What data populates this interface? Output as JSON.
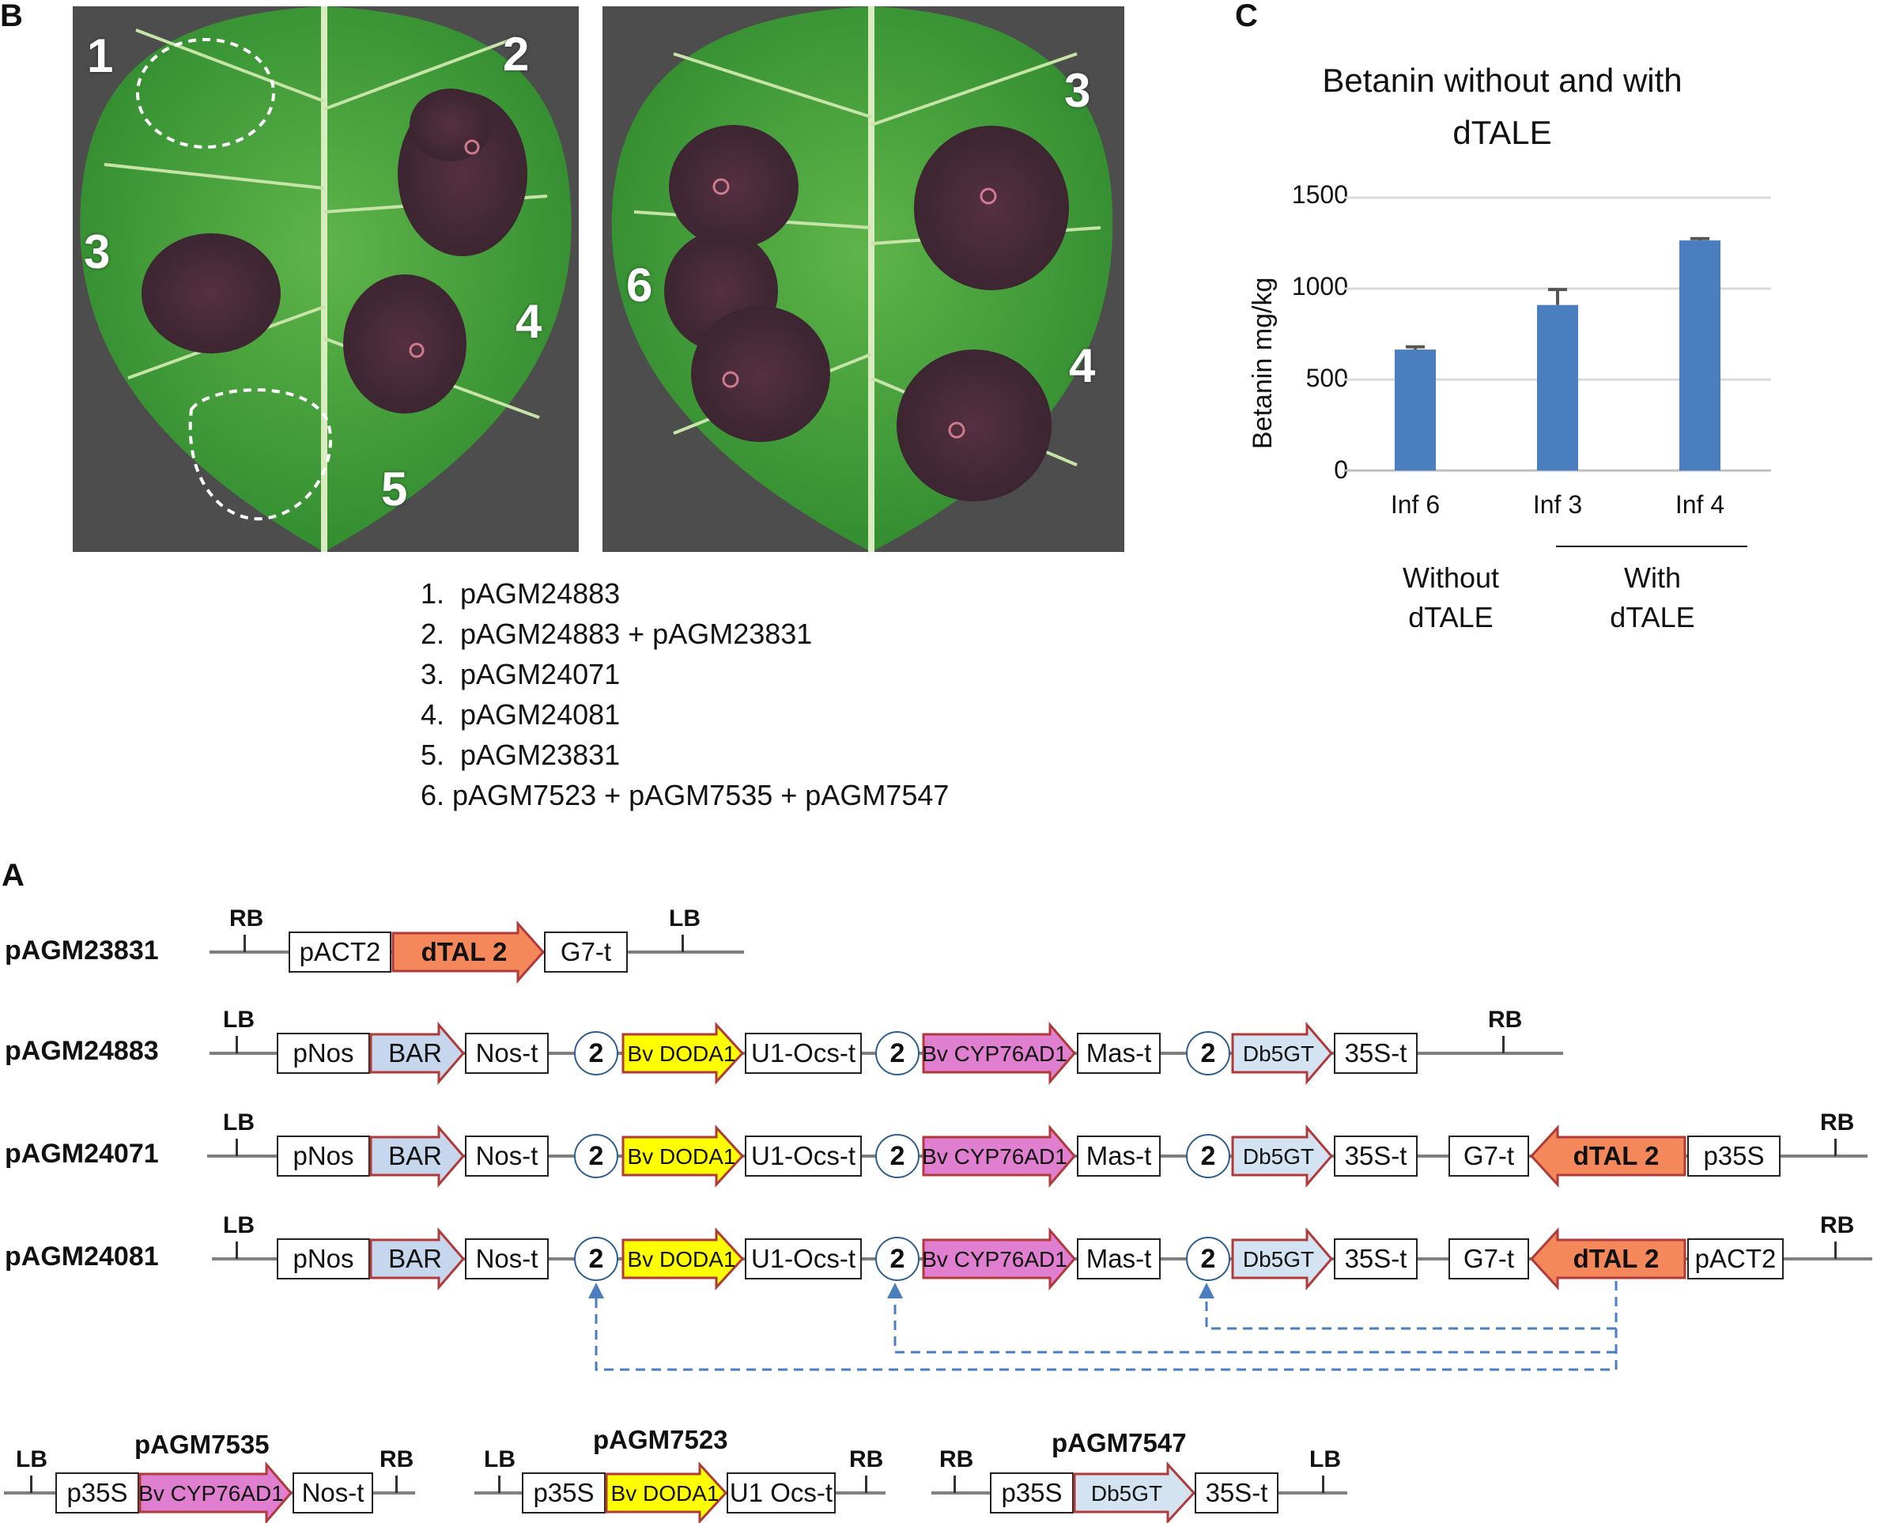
{
  "panels": {
    "A": "A",
    "B": "B",
    "C": "C"
  },
  "photos": {
    "left_leaf_labels": [
      "1",
      "2",
      "3",
      "4",
      "5"
    ],
    "right_leaf_labels": [
      "3",
      "6",
      "4"
    ]
  },
  "legend": [
    "1.  pAGM24883",
    "2.  pAGM24883 + pAGM23831",
    "3.  pAGM24071",
    "4.  pAGM24081",
    "5.  pAGM23831",
    "6. pAGM7523 + pAGM7535 + pAGM7547"
  ],
  "chart": {
    "title_line1": "Betanin without and with",
    "title_line2": "dTALE",
    "ylabel": "Betanin mg/kg",
    "yticks": [
      "1500",
      "1000",
      "500",
      "0"
    ],
    "group_without_l1": "Without",
    "group_without_l2": "dTALE",
    "group_with_l1": "With",
    "group_with_l2": "dTALE",
    "bar_color": "#4a7ebf"
  },
  "chart_data": {
    "type": "bar",
    "title": "Betanin without and with dTALE",
    "xlabel": "",
    "ylabel": "Betanin mg/kg",
    "categories": [
      "Inf 6",
      "Inf 3",
      "Inf 4"
    ],
    "values": [
      665,
      910,
      1265
    ],
    "error": [
      15,
      85,
      10
    ],
    "ylim": [
      0,
      1500
    ],
    "yticks": [
      0,
      500,
      1000,
      1500
    ],
    "grid": true,
    "groups": [
      {
        "label": "Without dTALE",
        "categories": [
          "Inf 6"
        ]
      },
      {
        "label": "With dTALE",
        "categories": [
          "Inf 3",
          "Inf 4"
        ]
      }
    ]
  },
  "constructs": {
    "labels": {
      "RB": "RB",
      "LB": "LB",
      "pAGM23831": "pAGM23831",
      "pAGM24883": "pAGM24883",
      "pAGM24071": "pAGM24071",
      "pAGM24081": "pAGM24081",
      "pAGM7535": "pAGM7535",
      "pAGM7523": "pAGM7523",
      "pAGM7547": "pAGM7547"
    },
    "parts": {
      "pACT2": "pACT2",
      "dTAL2": "dTAL 2",
      "G7t": "G7-t",
      "pNos": "pNos",
      "BAR": "BAR",
      "Nost": "Nos-t",
      "BvDODA1": "Bv DODA1",
      "U1Ocst": "U1-Ocs-t",
      "BvCYP76AD1": "Bv CYP76AD1",
      "Mast": "Mas-t",
      "Db5GT": "Db5GT",
      "35St": "35S-t",
      "p35S": "p35S",
      "two": "2",
      "U1Ocst_b": "U1 Ocs-t"
    }
  },
  "colors": {
    "dtal": "#f4885a",
    "bar_gene": "#c6d6ec",
    "doda": "#ffff00",
    "cyp": "#e07fd0",
    "db5gt": "#d3e3f2",
    "outline_red": "#b03a3a",
    "dashed_blue": "#4a7ebf",
    "leaf_green": "#3f9a3a",
    "lesion": "#4a2a38"
  }
}
